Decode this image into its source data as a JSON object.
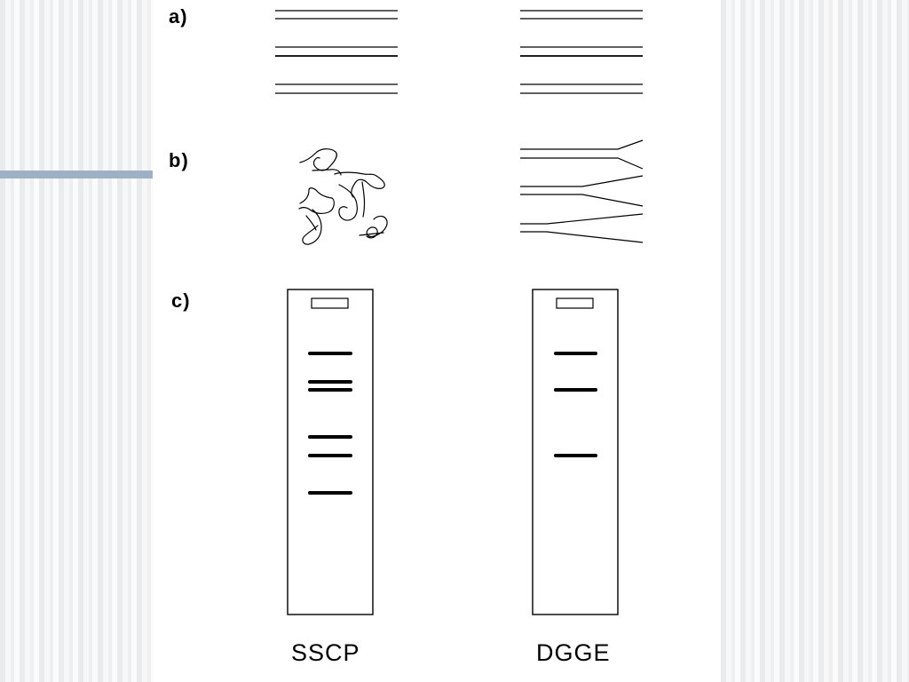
{
  "panels": {
    "a": {
      "label": "a)"
    },
    "b": {
      "label": "b)"
    },
    "c": {
      "label": "c)"
    }
  },
  "gels": {
    "sscp": {
      "name": "SSCP",
      "bands": 6
    },
    "dgge": {
      "name": "DGGE",
      "bands": 3
    }
  },
  "colors": {
    "ink": "#000000",
    "accent_bar": "#9db0c6",
    "stripe_light": "#f7f7f8",
    "stripe_dark": "#e9ebec"
  }
}
